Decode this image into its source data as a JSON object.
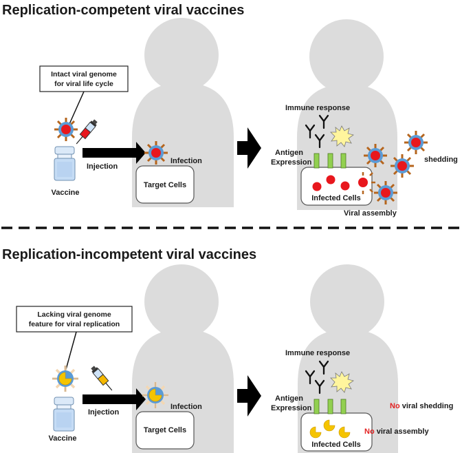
{
  "sections": [
    {
      "title": "Replication-competent viral vaccines",
      "callout": [
        "Intact viral genome",
        "for viral life cycle"
      ],
      "vaccine_label": "Vaccine",
      "injection_label": "Injection",
      "infection_label": "Infection",
      "target_cells_label": "Target Cells",
      "immune_response_label": "Immune response",
      "antigen_expression_label": [
        "Antigen",
        "Expression"
      ],
      "infected_cells_label": "Infected Cells",
      "viral_assembly_label": "Viral assembly",
      "shedding_label": "shedding",
      "genome_type": "intact",
      "genome_color": "#e8171d",
      "spike_color": "#b5651d",
      "syringe_fill_color": "#e8171d"
    },
    {
      "title": "Replication-incompetent viral vaccines",
      "callout": [
        "Lacking viral genome",
        "feature for viral replication"
      ],
      "vaccine_label": "Vaccine",
      "injection_label": "Injection",
      "infection_label": "Infection",
      "target_cells_label": "Target Cells",
      "immune_response_label": "Immune response",
      "antigen_expression_label": [
        "Antigen",
        "Expression"
      ],
      "infected_cells_label": "Infected Cells",
      "no_shedding": {
        "no": "No",
        "rest": " viral shedding"
      },
      "no_assembly": {
        "no": "No",
        "rest": " viral assembly"
      },
      "genome_type": "defective",
      "genome_color": "#f5c400",
      "spike_color": "#f3d7b3",
      "syringe_fill_color": "#f5b800"
    }
  ],
  "colors": {
    "silhouette": "#dcdcdc",
    "capsid": "#5b9bd5",
    "antigen_bar": "#92d050",
    "burst": "#fff59d",
    "no_text": "#e32222",
    "vial": "#c5dcf5"
  }
}
